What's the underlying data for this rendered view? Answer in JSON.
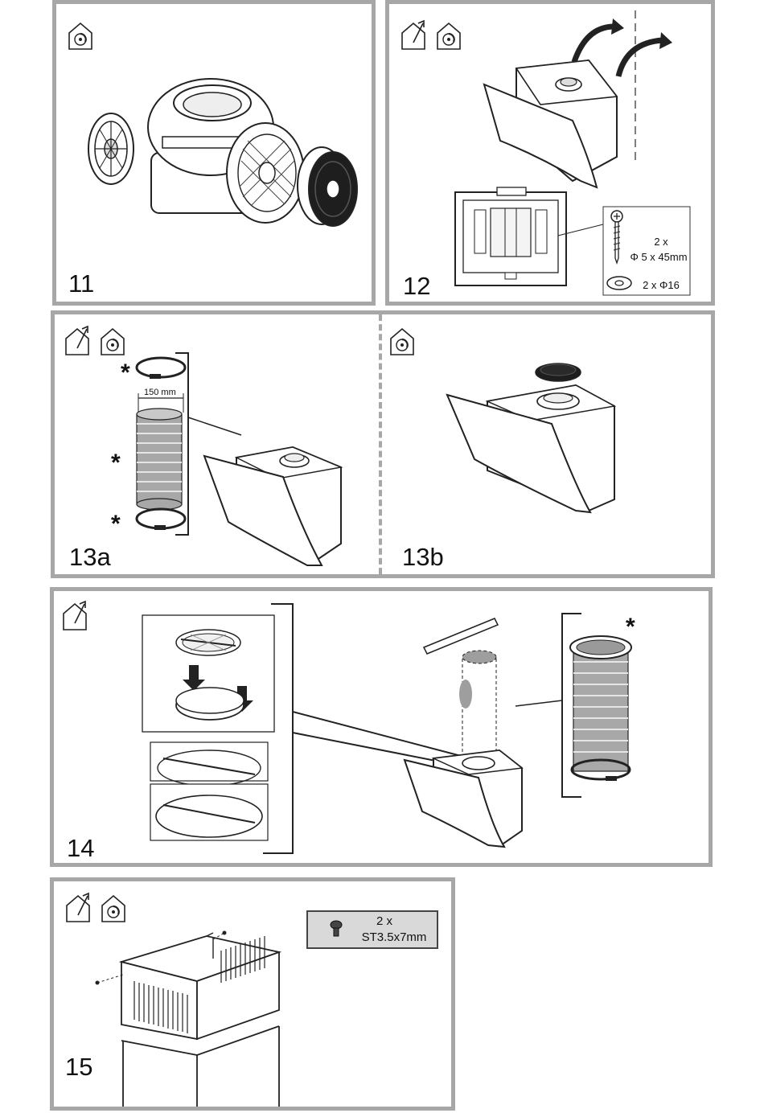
{
  "steps": {
    "s11": {
      "number": "11"
    },
    "s12": {
      "number": "12",
      "screw_qty": "2 x",
      "screw_size": "Φ 5 x 45mm",
      "washer": "2 x Φ16"
    },
    "s13a": {
      "number": "13a",
      "dimension": "150 mm",
      "asterisk": "*"
    },
    "s13b": {
      "number": "13b"
    },
    "s14": {
      "number": "14",
      "asterisk": "*"
    },
    "s15": {
      "number": "15",
      "screw_qty": "2 x",
      "screw_size": "ST3.5x7mm"
    }
  },
  "icons": {
    "recirculation": "house-recirculation-icon",
    "extraction": "house-extraction-icon",
    "screw": "screw-icon",
    "washer": "washer-icon"
  },
  "colors": {
    "frame": "#a7a7a7",
    "ink": "#111111",
    "duct": "#9e9e9e",
    "filter": "#222222"
  }
}
